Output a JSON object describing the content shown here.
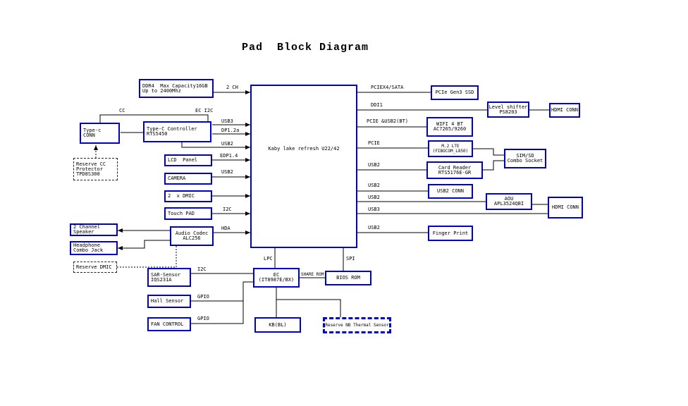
{
  "title": "Pad  Block Diagram",
  "colors": {
    "box_border": "#0000cc",
    "wire": "#000000",
    "text": "#000000",
    "background": "#ffffff"
  },
  "nodes": {
    "ddr4": {
      "label": "DDR4  Max Capacity16GB\nUp to 2400Mhz"
    },
    "typec_conn": {
      "label": "Type-c\nCONN"
    },
    "typec_ctrl": {
      "label": "Type-C Controller\nRTS5450"
    },
    "reserve_cc": {
      "label": "Reserve CC\nProtector\nTPD8S300"
    },
    "lcd_panel": {
      "label": "LCD  Panel"
    },
    "camera": {
      "label": "CAMERA"
    },
    "dmic": {
      "label": "2  x DMIC"
    },
    "touch_pad": {
      "label": "Touch PAD"
    },
    "speaker": {
      "label": "2 Channel\nSpeaker"
    },
    "combo_jack": {
      "label": "Headphone\nCombo Jack"
    },
    "audio_codec": {
      "label": "Audio Codec\nALC256"
    },
    "reserve_dmic": {
      "label": "Reserve DMIC"
    },
    "sar_sensor": {
      "label": "SAR-Sensor\nIQS231A"
    },
    "hall_sensor": {
      "label": "Hall Sensor"
    },
    "fan_control": {
      "label": "FAN CONTROL"
    },
    "cpu": {
      "label": "Kaby lake refresh U22/42"
    },
    "ec": {
      "label": "EC\n(IT8987E/BX)"
    },
    "bios_rom": {
      "label": "BIOS ROM"
    },
    "kb_bl": {
      "label": "KB(BL)"
    },
    "thermal": {
      "label": "Reserve NB Thermal Sensor"
    },
    "ssd": {
      "label": "PCIe Gen3 SSD"
    },
    "level_shifter": {
      "label": "Level shifter\nPS8203"
    },
    "hdmi_conn_1": {
      "label": "HDMI CONN"
    },
    "wifi": {
      "label": "WIFI 4 BT\nAC7265/9260"
    },
    "lte": {
      "label": "M.2 LTE\n(FIBOCOM_L850)"
    },
    "sim_sd": {
      "label": "SIM/SD\nCombo Socket"
    },
    "card_reader": {
      "label": "Card Reader\nRTS5176E-GR"
    },
    "usb2_conn": {
      "label": "USB2 CONN"
    },
    "aou": {
      "label": "AOU\nAPL3524QBI"
    },
    "hdmi_conn_2": {
      "label": "HDMI CONN"
    },
    "finger_print": {
      "label": "Finger Print"
    }
  },
  "bus_labels": {
    "ch2": "2 CH",
    "cc": "CC",
    "ec_i2c": "EC I2C",
    "usb3_tc": "USB3",
    "dp12a": "DP1.2a",
    "usb2_tc": "USB2",
    "edp14": "EDP1.4",
    "usb2_cam": "USB2",
    "i2c_tp": "I2C",
    "hda": "HDA",
    "i2c_sar": "I2C",
    "gpio_hall": "GPIO",
    "gpio_fan": "GPIO",
    "lpc": "LPC",
    "spi": "SPI",
    "share_rom": "SHARE ROM",
    "pciex4_sata": "PCIEX4/SATA",
    "ddi1": "DDI1",
    "pcie_usb2_bt": "PCIE &USB2(BT)",
    "pcie": "PCIE",
    "usb2_cr": "USB2",
    "usb2_conn": "USB2",
    "usb2_aou": "USB2",
    "usb3_hdmi": "USB3",
    "usb2_fp": "USB2"
  }
}
